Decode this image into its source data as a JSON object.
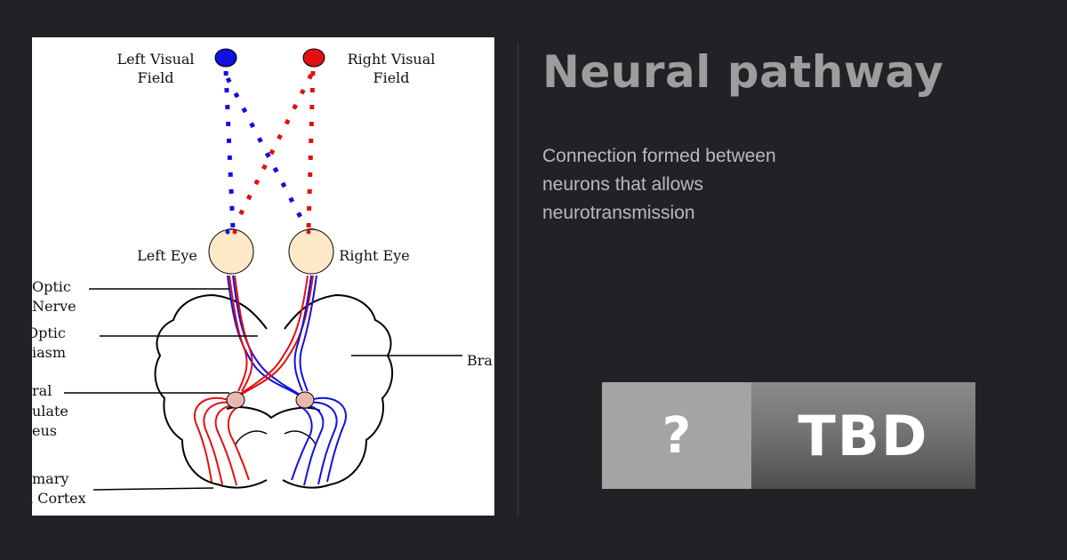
{
  "diagram": {
    "labels": {
      "left_visual_field_1": "Left Visual",
      "left_visual_field_2": "Field",
      "right_visual_field_1": "Right Visual",
      "right_visual_field_2": "Field",
      "left_eye": "Left Eye",
      "right_eye": "Right Eye",
      "optic_nerve_1": "Optic",
      "optic_nerve_2": "Nerve",
      "optic_chiasm_1": "Optic",
      "optic_chiasm_2": "iasm",
      "lgn_1": "ral",
      "lgn_2": "ulate",
      "lgn_3": "eus",
      "cortex_1": "mary",
      "cortex_2": "l Cortex",
      "brain": "Bra"
    },
    "colors": {
      "left_field": "#1010e0",
      "right_field": "#e01010",
      "eye": "#fde8c8",
      "nucleus": "#e8b8b0"
    }
  },
  "panel": {
    "title": "Neural pathway",
    "description": "Connection formed between neurons that allows neurotransmission",
    "badge_left": "?",
    "badge_right": "TBD"
  }
}
